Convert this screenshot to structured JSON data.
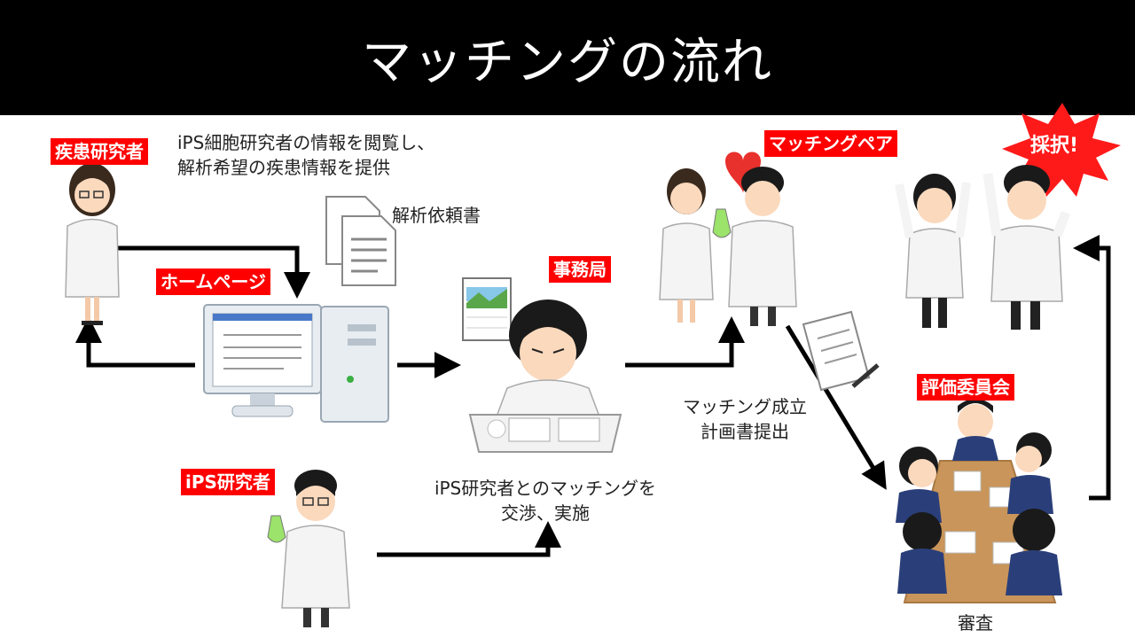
{
  "title": "マッチングの流れ",
  "labels": {
    "disease_researcher": "疾患研究者",
    "homepage": "ホームページ",
    "office": "事務局",
    "ips_researcher": "iPS研究者",
    "matching_pair": "マッチングペア",
    "committee": "評価委員会",
    "adopted": "採択!"
  },
  "texts": {
    "browse_line1": "iPS細胞研究者の情報を閲覧し、",
    "browse_line2": "解析希望の疾患情報を提供",
    "request_doc": "解析依頼書",
    "negotiate_line1": "iPS研究者とのマッチングを",
    "negotiate_line2": "交渉、実施",
    "established_line1": "マッチング成立",
    "established_line2": "計画書提出",
    "review": "審査"
  },
  "colors": {
    "label_bg": "#ff0000",
    "title_bg": "#000000",
    "burst": "#ff1a1a",
    "heart": "#e8302c",
    "arrow": "#000000"
  }
}
